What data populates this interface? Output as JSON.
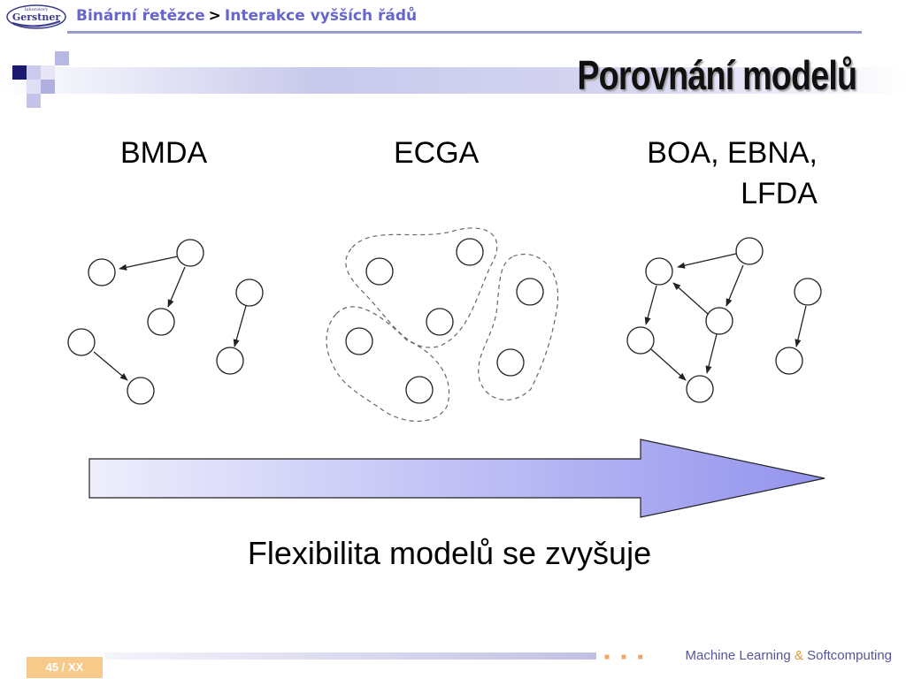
{
  "header": {
    "logo_text": "Gerstner",
    "logo_small": "laboratory",
    "breadcrumb": [
      "Binární řetězce",
      "Interakce vyšších řádů"
    ],
    "breadcrumb_separator": ">"
  },
  "title": "Porovnání modelů",
  "columns": [
    {
      "label_lines": [
        "BMDA"
      ]
    },
    {
      "label_lines": [
        "ECGA"
      ]
    },
    {
      "label_lines": [
        "BOA, EBNA,",
        "LFDA"
      ]
    }
  ],
  "arrow_caption": "Flexibilita modelů se zvyšuje",
  "footer": {
    "page": "45 / XX",
    "brand_part1": "Machine Learning",
    "brand_amp": "&",
    "brand_part2": "Softcomputing",
    "squares": "■ ■ ■"
  },
  "colors": {
    "accent": "#6666cc",
    "arrow_start": "#eeeefc",
    "arrow_end": "#9393ee",
    "footer_accent": "#f4a460"
  }
}
